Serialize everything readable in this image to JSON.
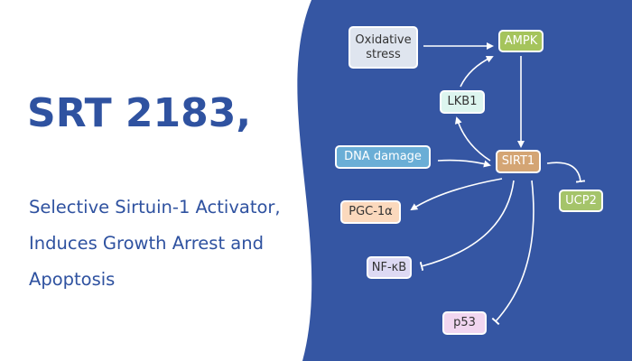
{
  "title": "SRT 2183,",
  "subtitle": [
    "Selective Sirtuin-1 Activator,",
    "Induces Growth Arrest and",
    "Apoptosis"
  ],
  "colors": {
    "accent": "#2f52a0",
    "panel": "#3556a3",
    "text": "#2f52a0"
  },
  "diagram": {
    "nodes": {
      "oxidative_stress": "Oxidative\nstress",
      "ampk": "AMPK",
      "lkb1": "LKB1",
      "dna_damage": "DNA damage",
      "sirt1": "SIRT1",
      "ucp2": "UCP2",
      "pgc1a": "PGC-1α",
      "nfkb": "NF-κB",
      "p53": "p53"
    },
    "edges": [
      {
        "from": "oxidative_stress",
        "to": "ampk",
        "type": "activates"
      },
      {
        "from": "lkb1",
        "to": "ampk",
        "type": "activates"
      },
      {
        "from": "ampk",
        "to": "sirt1",
        "type": "activates"
      },
      {
        "from": "sirt1",
        "to": "lkb1",
        "type": "activates"
      },
      {
        "from": "dna_damage",
        "to": "sirt1",
        "type": "activates"
      },
      {
        "from": "sirt1",
        "to": "ucp2",
        "type": "inhibits"
      },
      {
        "from": "sirt1",
        "to": "pgc1a",
        "type": "activates"
      },
      {
        "from": "sirt1",
        "to": "nfkb",
        "type": "inhibits"
      },
      {
        "from": "sirt1",
        "to": "p53",
        "type": "inhibits"
      }
    ]
  }
}
